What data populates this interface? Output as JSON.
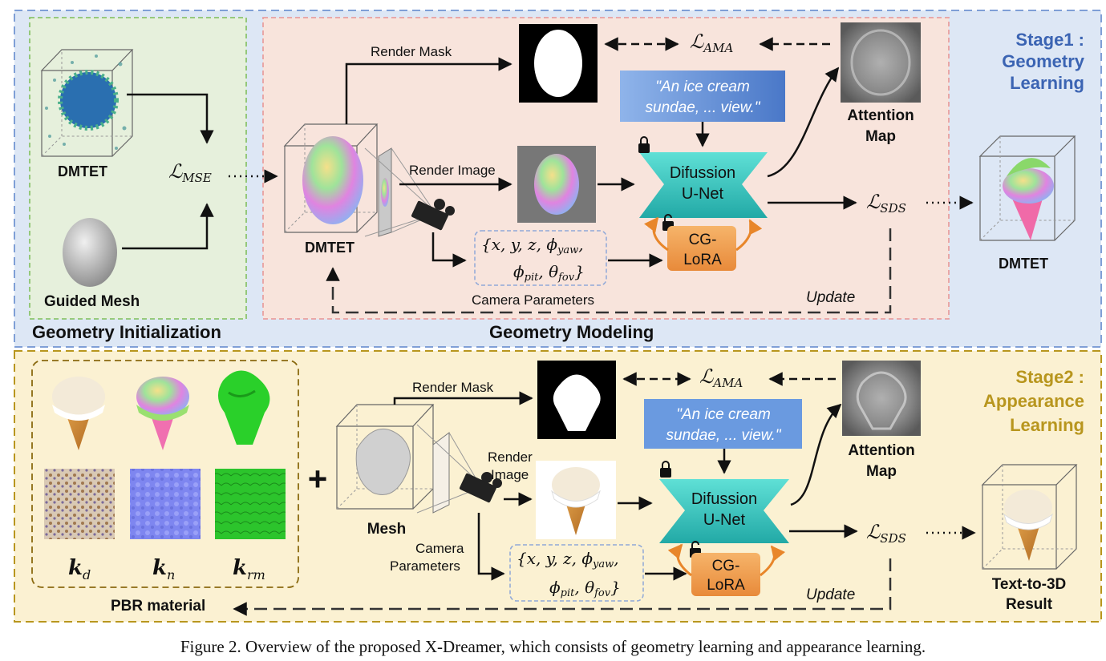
{
  "stage1": {
    "title_line1": "Stage1 :",
    "title_line2": "Geometry",
    "title_line3": "Learning",
    "init_label": "Geometry Initialization",
    "modeling_label": "Geometry Modeling",
    "dmtet_label": "DMTET",
    "guided_mesh_label": "Guided Mesh",
    "loss_mse": "ℒ",
    "loss_mse_sub": "MSE",
    "render_mask": "Render Mask",
    "render_image": "Render Image",
    "loss_ama": "ℒ",
    "loss_ama_sub": "AMA",
    "prompt_line1": "\"An ice cream",
    "prompt_line2": "sundae, ... view.\"",
    "attention_line1": "Attention",
    "attention_line2": "Map",
    "unet_line1": "Difussion",
    "unet_line2": "U-Net",
    "loss_sds": "ℒ",
    "loss_sds_sub": "SDS",
    "cglora_line1": "CG-",
    "cglora_line2": "LoRA",
    "cam_line1": "{x, y, z, ϕ",
    "cam_line1_sub": "yaw",
    "cam_line2a": "ϕ",
    "cam_line2a_sub": "pit",
    "cam_line2b": ", θ",
    "cam_line2b_sub": "fov",
    "camera_params": "Camera Parameters",
    "update": "Update",
    "output_label": "DMTET"
  },
  "stage2": {
    "title_line1": "Stage2 :",
    "title_line2": "Appearance",
    "title_line3": "Learning",
    "pbr_label": "PBR material",
    "kd": "k",
    "kd_sub": "d",
    "kn": "k",
    "kn_sub": "n",
    "krm": "k",
    "krm_sub": "rm",
    "plus": "+",
    "mesh_label": "Mesh",
    "render_mask": "Render Mask",
    "render_image_line1": "Render",
    "render_image_line2": "Image",
    "camera_line1": "Camera",
    "camera_line2": "Parameters",
    "loss_ama": "ℒ",
    "loss_ama_sub": "AMA",
    "prompt_line1": "\"An ice cream",
    "prompt_line2": "sundae, ... view.\"",
    "attention_line1": "Attention",
    "attention_line2": "Map",
    "unet_line1": "Difussion",
    "unet_line2": "U-Net",
    "loss_sds": "ℒ",
    "loss_sds_sub": "SDS",
    "cglora_line1": "CG-",
    "cglora_line2": "LoRA",
    "cam_line1": "{x, y, z, ϕ",
    "cam_line1_sub": "yaw",
    "cam_line2a": "ϕ",
    "cam_line2a_sub": "pit",
    "cam_line2b": ", θ",
    "cam_line2b_sub": "fov",
    "update": "Update",
    "result_line1": "Text-to-3D",
    "result_line2": "Result"
  },
  "caption": "Figure 2. Overview of the proposed X-Dreamer, which consists of geometry learning and appearance learning.",
  "colors": {
    "stage1_bg": "#dde7f5",
    "stage1_border": "#7f9fd6",
    "stage1_title": "#3b64b3",
    "init_bg": "#e6f0dc",
    "init_border": "#8cc46e",
    "modeling_bg": "#f8e4dc",
    "modeling_border": "#e8a0a0",
    "stage2_bg": "#fbf1d2",
    "stage2_border": "#b8961e",
    "stage2_title": "#b8961e",
    "unet": "#3cc9c0",
    "cglora": "#f0a050",
    "prompt": "#5b8fd6",
    "camera_box_border": "#8fa8d8"
  }
}
